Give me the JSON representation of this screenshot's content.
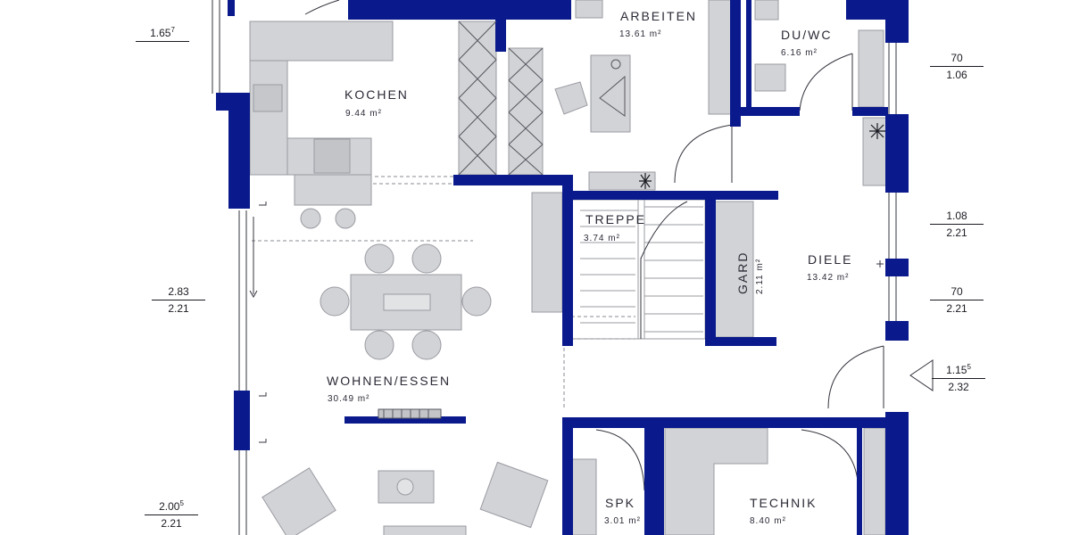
{
  "colors": {
    "wall": "#0a1a8c",
    "furniture": "#d2d3d6",
    "furniture_stroke": "#9a9ba2",
    "line": "#33343d",
    "background": "#ffffff"
  },
  "rooms": [
    {
      "id": "kochen",
      "name": "KOCHEN",
      "area": "9.44 m²"
    },
    {
      "id": "arbeiten",
      "name": "ARBEITEN",
      "area": "13.61 m²"
    },
    {
      "id": "duwc",
      "name": "DU/WC",
      "area": "6.16 m²"
    },
    {
      "id": "treppe",
      "name": "TREPPE",
      "area": "3.74 m²"
    },
    {
      "id": "gard",
      "name": "GARD",
      "area": "2.11 m²"
    },
    {
      "id": "diele",
      "name": "DIELE",
      "area": "13.42 m²"
    },
    {
      "id": "wohnen",
      "name": "WOHNEN/ESSEN",
      "area": "30.49 m²"
    },
    {
      "id": "spk",
      "name": "SPK",
      "area": "3.01 m²"
    },
    {
      "id": "technik",
      "name": "TECHNIK",
      "area": "8.40 m²"
    }
  ],
  "dimensions": [
    {
      "id": "top-left",
      "top": "1.65",
      "sup": "7",
      "bottom": ""
    },
    {
      "id": "right-1",
      "top": "70",
      "sup": "",
      "bottom": "1.06"
    },
    {
      "id": "right-2",
      "top": "1.08",
      "sup": "",
      "bottom": "2.21"
    },
    {
      "id": "right-3",
      "top": "70",
      "sup": "",
      "bottom": "2.21"
    },
    {
      "id": "right-4",
      "top": "1.15",
      "sup": "5",
      "bottom": "2.32"
    },
    {
      "id": "left-1",
      "top": "2.83",
      "sup": "",
      "bottom": "2.21"
    },
    {
      "id": "left-2",
      "top": "2.00",
      "sup": "5",
      "bottom": "2.21"
    }
  ]
}
